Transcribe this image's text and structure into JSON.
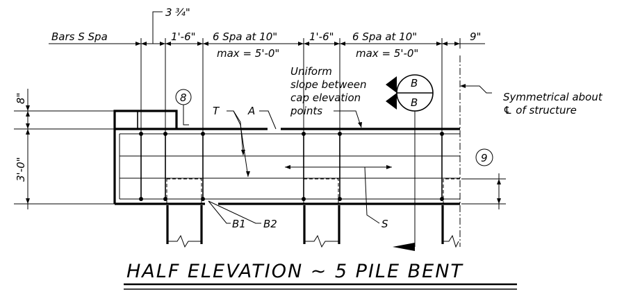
{
  "title": "HALF ELEVATION ~ 5 PILE BENT",
  "dimensions": {
    "top_left_label": "Bars S Spa",
    "small_gap": "3 ¾\"",
    "seg1": "1'-6\"",
    "seg2": "6 Spa at 10\"",
    "seg2_max": "max = 5'-0\"",
    "seg3": "1'-6\"",
    "seg4": "6 Spa at 10\"",
    "seg4_max": "max = 5'-0\"",
    "seg5": "9\"",
    "left_top": "8\"",
    "left_height": "3'-0\""
  },
  "notes": {
    "slope_line1": "Uniform",
    "slope_line2": "slope between",
    "slope_line3": "cap elevation",
    "slope_line4": "points",
    "symmetry_line1": "Symmetrical about",
    "symmetry_line2": "℄ of structure"
  },
  "bar_labels": {
    "T": "T",
    "A": "A",
    "B1": "B1",
    "B2": "B2",
    "S": "S"
  },
  "callouts": {
    "mark_8": "8",
    "mark_9": "9",
    "section_top": "B",
    "section_bottom": "B"
  }
}
